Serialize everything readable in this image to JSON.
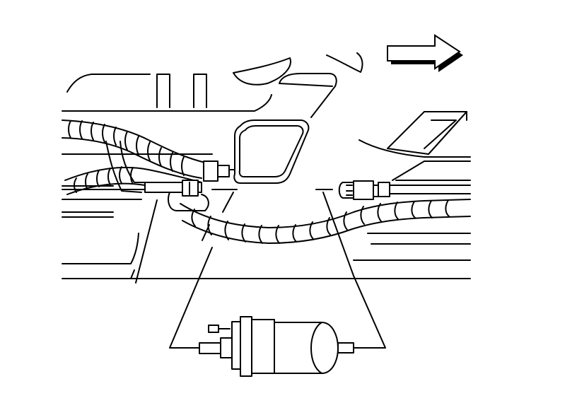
{
  "diagram": {
    "colors": {
      "line": "#000000",
      "background": "#ffffff"
    },
    "icons": [
      "arrow-right-icon"
    ],
    "parts": [
      "fuel-filter",
      "fuel-hose-harness",
      "fuel-line-connector",
      "mounting-bracket",
      "vehicle-frame"
    ]
  }
}
